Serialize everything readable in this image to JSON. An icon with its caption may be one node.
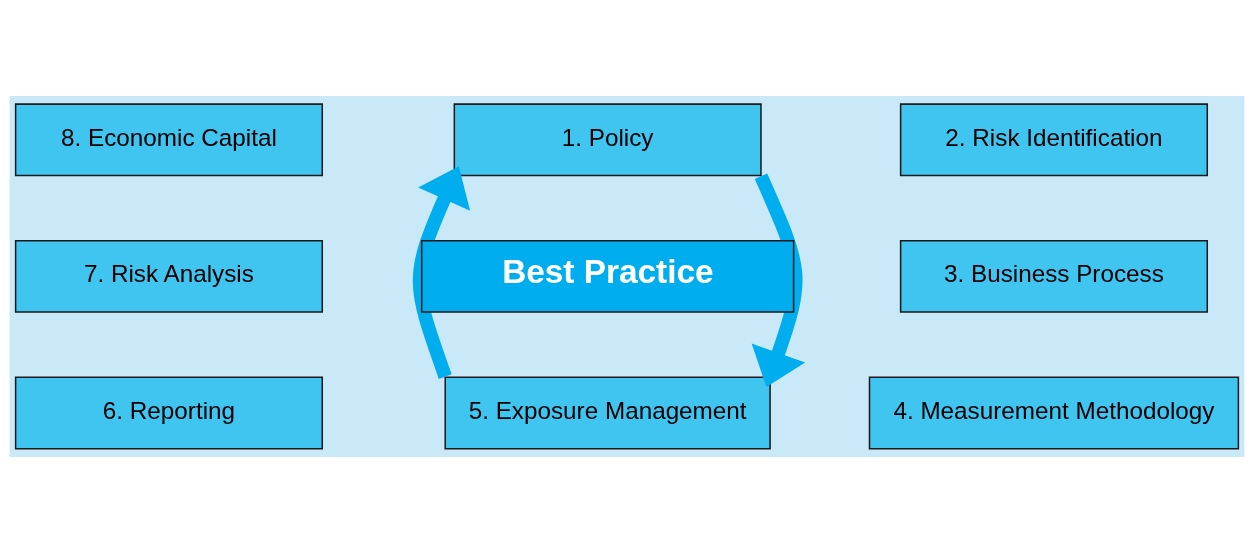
{
  "diagram": {
    "nodes": [
      {
        "text": [
          "1. Policy"
        ]
      },
      {
        "text": [
          "2. Risk Identification"
        ]
      },
      {
        "text": [
          "3. Business Process"
        ]
      },
      {
        "text": [
          "4. Measurement Methodology"
        ]
      },
      {
        "text": [
          "5. Exposure Management"
        ]
      },
      {
        "text": [
          "6. Reporting"
        ]
      },
      {
        "text": [
          "7. Risk Analysis"
        ]
      },
      {
        "text": [
          "8. Economic Capital"
        ]
      },
      {
        "text": [
          "Best Practice"
        ]
      }
    ],
    "edges": [
      {
        "from": 0,
        "to": 4,
        "arrow": "to"
      },
      {
        "from": 4,
        "to": 0,
        "arrow": "to"
      }
    ]
  }
}
